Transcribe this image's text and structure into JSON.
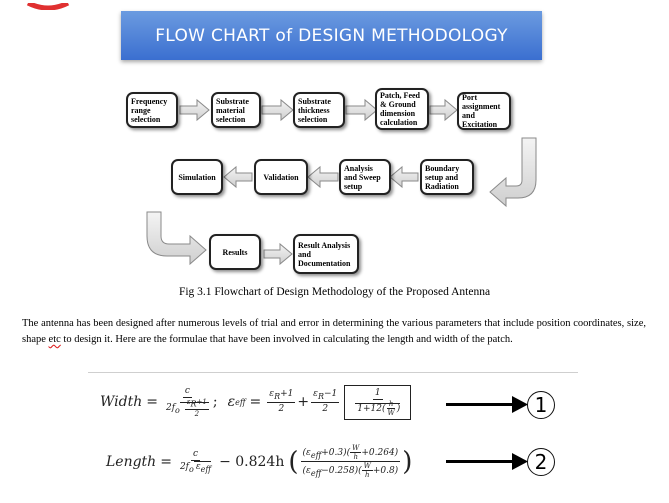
{
  "banner": {
    "title": "FLOW CHART of DESIGN METHODOLOGY"
  },
  "flow": {
    "row1": [
      "Frequency\nrange\nselection",
      "Substrate\nmaterial\nselection",
      "Substrate\nthickness\nselection",
      "Patch, Feed\n& Ground\ndimension\ncalculation",
      "Port\nassignment\nand\nExcitation"
    ],
    "row2": [
      "Simulation",
      "Validation",
      "Analysis\nand Sweep\nsetup",
      "Boundary\nsetup and\nRadiation"
    ],
    "row3": [
      "Results",
      "Result Analysis\nand\nDocumentation"
    ],
    "colors": {
      "arrow_fill": "#e8e8e8",
      "arrow_stroke": "#8a8a8a",
      "banner": "#4a7fd8"
    }
  },
  "caption": "Fig 3.1 Flowchart of Design Methodology of the Proposed Antenna",
  "paragraph": {
    "before": "The antenna has been designed after numerous levels of trial and error in determining the various parameters that include position coordinates, size, shape ",
    "etc": "etc",
    "after": " to design it. Here are the formulae that have been involved in calculating the length and width of the patch."
  },
  "equations": {
    "width": {
      "lhs": "Width",
      "frac1_num": "c",
      "frac1_den": "2f",
      "frac1_sub": "o",
      "sqrt_num": "ε",
      "sqrt_num_sub": "R",
      "sqrt_num_tail": "+1",
      "sqrt_den": "2",
      "sep": ";",
      "eps": "ε",
      "eps_sub": "eff",
      "t1_num": "ε",
      "t1_sub": "R",
      "t1_tail": "+1",
      "t1_den": "2",
      "t2_num": "ε",
      "t2_sub": "R",
      "t2_tail": "−1",
      "t2_den": "2",
      "b_num": "1",
      "b_den": "1+12",
      "h": "h",
      "w": "W",
      "marker": "1"
    },
    "length": {
      "lhs": "Length",
      "frac_num": "c",
      "frac_den": "2f",
      "frac_sub": "o",
      "eps": "ε",
      "eps_sub": "eff",
      "minus": "− 0.824h",
      "top_a": "(ε",
      "top_a_sub": "eff",
      "top_a_tail": "+0.3)",
      "top_w": "W",
      "top_h": "h",
      "top_tail": "+0.264",
      "bot_a": "(ε",
      "bot_a_sub": "eff",
      "bot_a_tail": "−0.258)",
      "bot_w": "W",
      "bot_h": "h",
      "bot_tail": "+0.8",
      "marker": "2"
    }
  }
}
